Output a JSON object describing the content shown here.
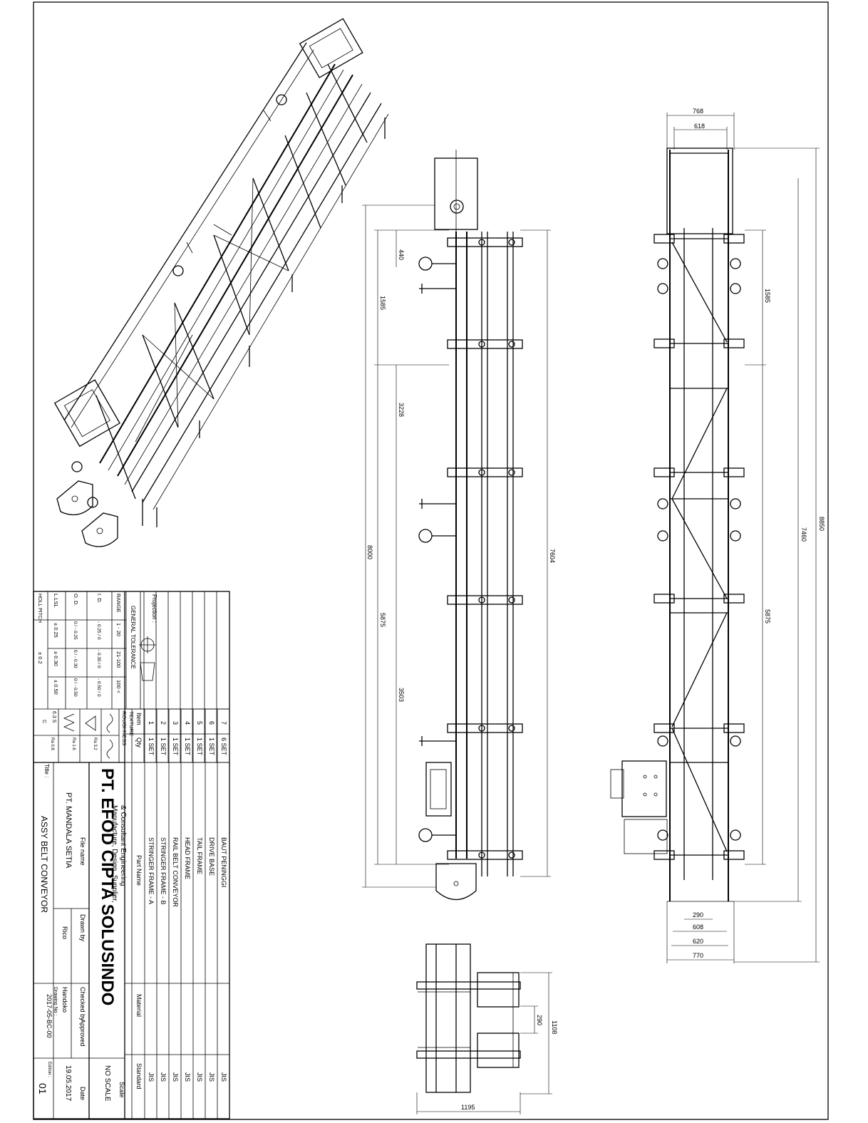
{
  "company": {
    "name": "PT. EFOD CIPTA SOLUSINDO",
    "tagline1": "Manufacture, Design, Supplier,",
    "tagline2": "& Consultant Engineering"
  },
  "projection": {
    "label": "Projection :"
  },
  "tolerance": {
    "title": "GENERAL TOLERANCE",
    "header": [
      "RANGE",
      "1 - 20",
      "21-100",
      "100 <"
    ],
    "rows": [
      [
        "I. D.",
        "- 0.25 / 0",
        "- 0.30 / 0",
        "- 0.50 / 0"
      ],
      [
        "O. D.",
        "0 / - 0.25",
        "0 / - 0.30",
        "0 / - 0.50"
      ],
      [
        "L.LSL",
        "± 0.25",
        "± 0.30",
        "± 0.50"
      ],
      [
        "HOLL PITCH",
        "± 0.2",
        "",
        ""
      ]
    ]
  },
  "roughness": {
    "title1": "TEXTURE",
    "title2": "ROUGHNESS",
    "values": [
      "6.3 S",
      "C",
      "Ra 3.2",
      "Ra 1.6",
      "Ra 0.8"
    ]
  },
  "bom": {
    "headers": {
      "item": "Item",
      "qty": "Qty",
      "part": "Part Name",
      "material": "Material",
      "standard": "Standard"
    },
    "rows": [
      {
        "item": "7",
        "qty": "6 SET",
        "part": "BAUT PENINGGI",
        "standard": "JIS"
      },
      {
        "item": "6",
        "qty": "1 SET",
        "part": "DRIVE BASE",
        "standard": "JIS"
      },
      {
        "item": "5",
        "qty": "1 SET",
        "part": "TAIL FRAME",
        "standard": "JIS"
      },
      {
        "item": "4",
        "qty": "1 SET",
        "part": "HEAD FRAME",
        "standard": "JIS"
      },
      {
        "item": "3",
        "qty": "1 SET",
        "part": "RAIL BELT CONVEYOR",
        "standard": "JIS"
      },
      {
        "item": "2",
        "qty": "1 SET",
        "part": "STRINGER FRAME - B",
        "standard": "JIS"
      },
      {
        "item": "1",
        "qty": "1 SET",
        "part": "STRINGER FRAME - A",
        "standard": "JIS"
      }
    ]
  },
  "title_block": {
    "file_name_label": "File name",
    "file_name": "PT. MANDALA SETIA",
    "title_label": "Title :",
    "title": "ASSY BELT CONVEYOR",
    "drawn_by_label": "Drawn by",
    "drawn_by": "Rico",
    "checked_by_label": "Checked by",
    "checked_by": "Handoko",
    "approved_label": "Approved",
    "drawing_no_label": "Drawing No :",
    "drawing_no": "2017-05-BC-00",
    "scale_label": "Scale",
    "scale": "NO SCALE",
    "date_label": "Date",
    "date": "19.05.2017",
    "sheet_label": "Edition :",
    "sheet": "01"
  },
  "dimensions": {
    "side_view": [
      "440",
      "1585",
      "3228",
      "8000",
      "5875",
      "3503",
      "7604"
    ],
    "top_view": [
      "768",
      "618",
      "1585",
      "8850",
      "7460",
      "5875",
      "290",
      "608",
      "620",
      "770"
    ],
    "end_view": [
      "1108",
      "290",
      "1195"
    ]
  }
}
